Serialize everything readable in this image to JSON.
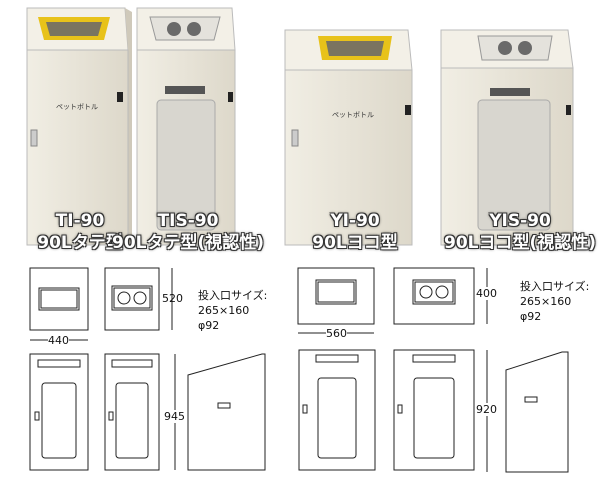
{
  "products": [
    {
      "model": "TI-90",
      "desc": "90Lタテ型",
      "sticker": "ペットボトル"
    },
    {
      "model": "TIS-90",
      "desc": "90Lタテ型(視認性)"
    },
    {
      "model": "YI-90",
      "desc": "90Lヨコ型",
      "sticker": "ペットボトル"
    },
    {
      "model": "YIS-90",
      "desc": "90Lヨコ型(視認性)"
    }
  ],
  "tate_dims": {
    "width": "440",
    "depth": "520",
    "height": "945"
  },
  "yoko_dims": {
    "width": "560",
    "depth": "400",
    "height": "920"
  },
  "opening": {
    "label": "投入口サイズ:",
    "size": "265×160",
    "diameter": "φ92"
  },
  "colors": {
    "body": "#ece8dc",
    "lid_accent": "#e8c21a",
    "window": "#d8d6cf"
  }
}
